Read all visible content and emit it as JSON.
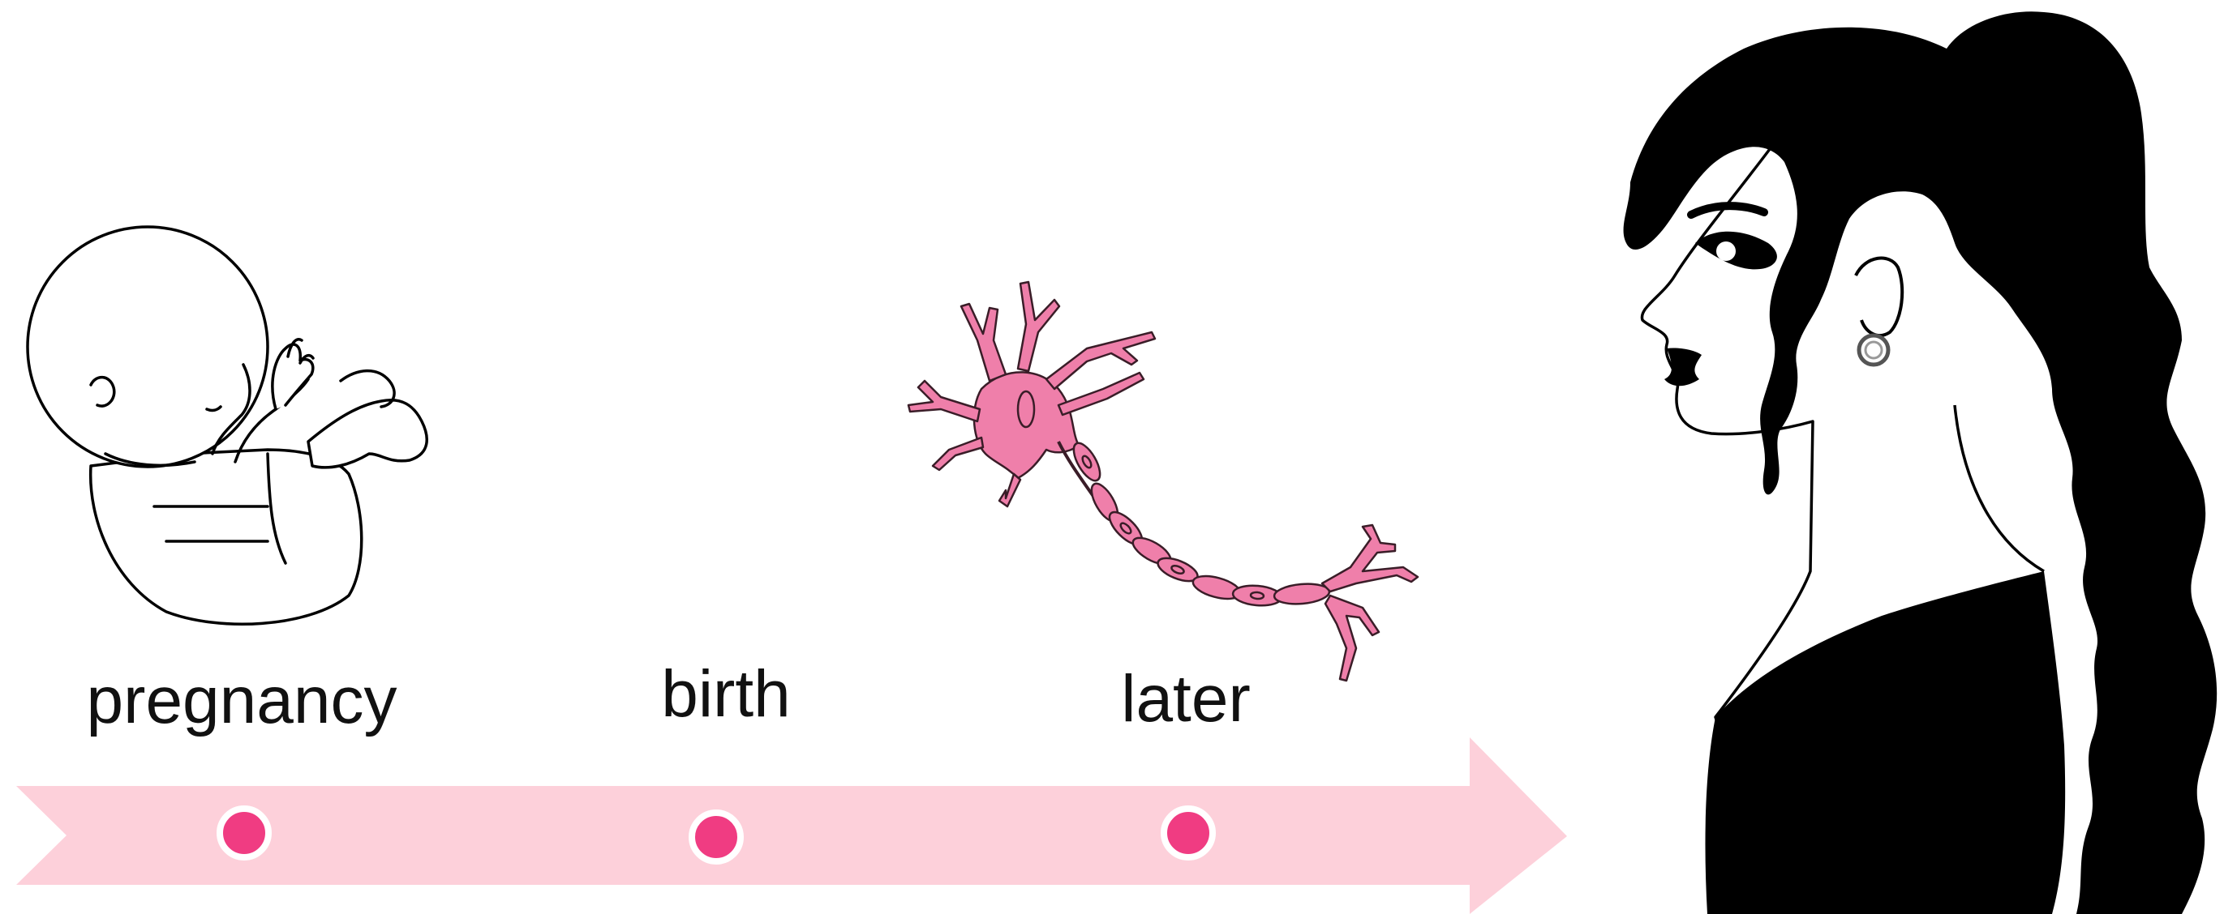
{
  "timeline": {
    "stages": [
      {
        "label": "pregnancy",
        "icon": "fetus-icon"
      },
      {
        "label": "birth",
        "icon": ""
      },
      {
        "label": "later",
        "icon": "neuron-icon"
      }
    ],
    "arrow_color": "#fdd0da",
    "dot_color": "#f03c82",
    "dot_outline_color": "#ffffff"
  },
  "illustration": {
    "icon": "woman-profile-silhouette-icon",
    "hair_color": "#000000",
    "earring_icon": "hoop-earring-icon"
  },
  "colors": {
    "neuron_fill": "#ef7faa",
    "neuron_stroke": "#3a1d28",
    "outline": "#000000",
    "background": "#ffffff"
  }
}
